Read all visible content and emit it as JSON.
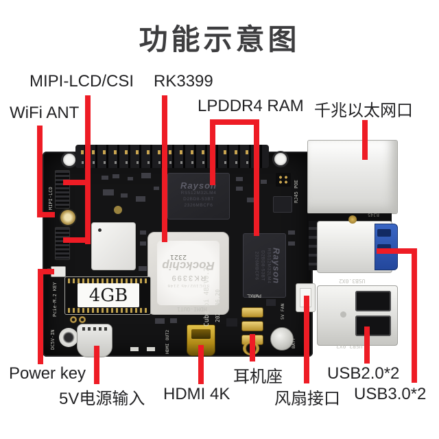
{
  "title": "功能示意图",
  "colors": {
    "accent_red": "#ee1c25",
    "pcb_black": "#141415",
    "label_text": "#222224"
  },
  "callouts": {
    "mipi": {
      "label": "MIPI-LCD/CSI"
    },
    "soc": {
      "label": "RK3399"
    },
    "wifi": {
      "label": "WiFi ANT"
    },
    "ram": {
      "label": "LPDDR4 RAM"
    },
    "ethernet": {
      "label": "千兆以太网口"
    },
    "power_key": {
      "label": "Power key"
    },
    "power_in": {
      "label": "5V电源输入"
    },
    "hdmi": {
      "label": "HDMI 4K"
    },
    "headphone": {
      "label": "耳机座"
    },
    "fan": {
      "label": "风扇接口"
    },
    "usb2": {
      "label": "USB2.0*2"
    },
    "usb3": {
      "label": "USB3.0*2"
    }
  },
  "board": {
    "ram_chip": {
      "brand": "Rayson",
      "part": "RS512M32LM4",
      "line2": "D2BD8-53BT",
      "line3": "2326MBCF6"
    },
    "soc_chip": {
      "brand": "Rockchip",
      "model": "RK3399",
      "lot": "SGC102745 2146"
    },
    "memory_label": "4GB",
    "silkscreen": {
      "board_name": "Cube pi 4B V0.2",
      "board_date": "2023.06.20",
      "mipi_lcd": "MIPI-LCD",
      "rj45_poe": "RJ45 POE",
      "rj45": "RJ45",
      "hdmi_out1": "HDMI-OUT1",
      "hdmi_out2": "HDMI OUT2",
      "pcie": "Pcie-M.2 KEY",
      "dc5v": "DC5V-IN",
      "fan_5v": "5V FAN",
      "batt": "BATT",
      "pwr": "PWRKL",
      "usb3x2": "USB3.0X2",
      "usb2x2": "USB2.0X2",
      "lot_top": "2321"
    }
  }
}
